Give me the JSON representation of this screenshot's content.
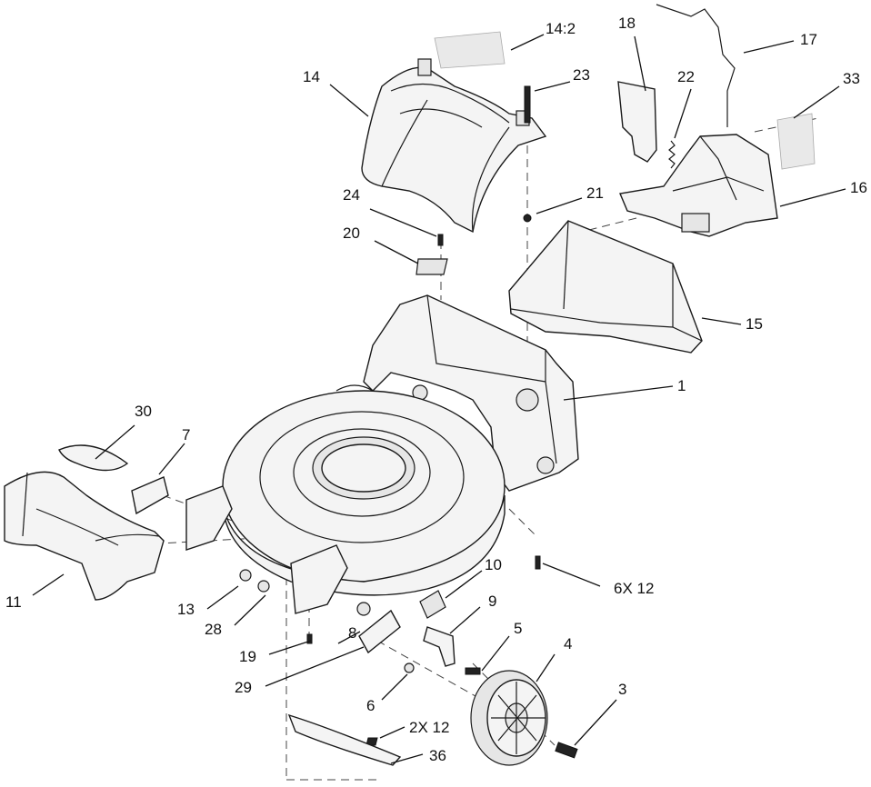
{
  "callouts": [
    {
      "id": "14:2",
      "text": "14:2"
    },
    {
      "id": "18",
      "text": "18"
    },
    {
      "id": "17",
      "text": "17"
    },
    {
      "id": "14",
      "text": "14"
    },
    {
      "id": "23",
      "text": "23"
    },
    {
      "id": "22",
      "text": "22"
    },
    {
      "id": "33",
      "text": "33"
    },
    {
      "id": "16",
      "text": "16"
    },
    {
      "id": "24",
      "text": "24"
    },
    {
      "id": "21",
      "text": "21"
    },
    {
      "id": "20",
      "text": "20"
    },
    {
      "id": "15",
      "text": "15"
    },
    {
      "id": "1",
      "text": "1"
    },
    {
      "id": "30",
      "text": "30"
    },
    {
      "id": "7",
      "text": "7"
    },
    {
      "id": "6X 12",
      "text": "6X 12"
    },
    {
      "id": "10",
      "text": "10"
    },
    {
      "id": "11",
      "text": "11"
    },
    {
      "id": "13",
      "text": "13"
    },
    {
      "id": "9",
      "text": "9"
    },
    {
      "id": "28",
      "text": "28"
    },
    {
      "id": "5",
      "text": "5"
    },
    {
      "id": "8",
      "text": "8"
    },
    {
      "id": "4",
      "text": "4"
    },
    {
      "id": "19",
      "text": "19"
    },
    {
      "id": "29",
      "text": "29"
    },
    {
      "id": "3",
      "text": "3"
    },
    {
      "id": "6",
      "text": "6"
    },
    {
      "id": "2X 12",
      "text": "2X 12"
    },
    {
      "id": "36",
      "text": "36"
    }
  ]
}
